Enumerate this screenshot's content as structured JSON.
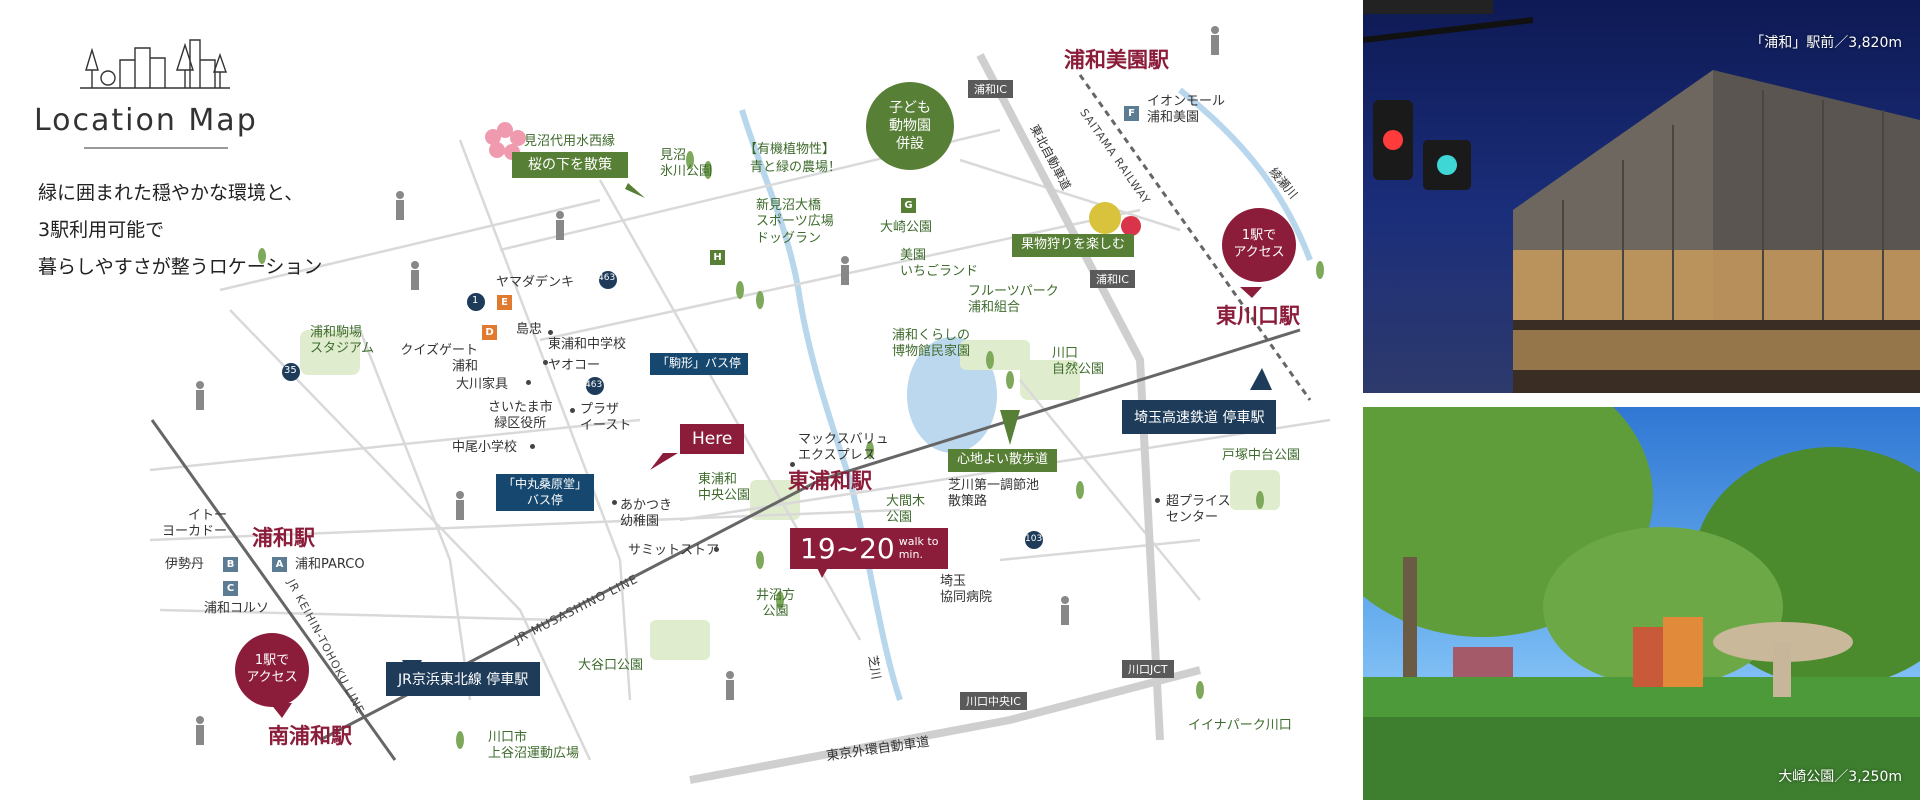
{
  "title": "Location Map",
  "tagline": [
    "緑に囲まれた穏やかな環境と、",
    "3駅利用可能で",
    "暮らしやすさが整うロケーション"
  ],
  "stations": {
    "higashi_urawa": "東浦和駅",
    "urawa": "浦和駅",
    "minami_urawa": "南浦和駅",
    "urawa_misono": "浦和美園駅",
    "higashi_kawaguchi": "東川口駅"
  },
  "here": "Here",
  "walk": {
    "minutes": "19~20",
    "unit_top": "walk to",
    "unit_bottom": "min."
  },
  "access_badge": {
    "line1": "1駅で",
    "line2": "アクセス"
  },
  "lines": {
    "musashino": "JR MUSASHINO LINE",
    "keihin": "JR KEIHIN-TOHOKU LINE",
    "saitama": "SAITAMA RAILWAY"
  },
  "stop_labels": {
    "keihin": "JR京浜東北線 停車駅",
    "saitama": "埼玉高速鉄道 停車駅"
  },
  "bus_stops": {
    "komagata": "「駒形」バス停",
    "nakamaru_1": "「中丸桑原堂」",
    "nakamaru_2": "バス停"
  },
  "callouts": {
    "sakura_1": "見沼代用水西縁",
    "sakura_2": "桜の下を散策",
    "zoo_1": "子ども",
    "zoo_2": "動物園",
    "zoo_3": "併設",
    "fruit": "果物狩りを楽しむ",
    "walk_path": "心地よい散歩道",
    "organic_1": "【有機植物性】",
    "organic_2": "青と緑の農場！"
  },
  "ic": {
    "urawa_1": "浦和IC",
    "urawa_2": "浦和IC",
    "kawaguchi_chuo": "川口中央IC",
    "kawaguchi_jct": "川口JCT"
  },
  "roads": {
    "tohoku": "東北自動車道",
    "gaikan": "東京外環自動車道"
  },
  "rivers": {
    "ayase": "綾瀬川",
    "shiba": "芝川"
  },
  "route_numbers": {
    "r1": "1",
    "r35": "35",
    "r463a": "463",
    "r463b": "463",
    "r103": "103"
  },
  "markers": {
    "A": {
      "letter": "A",
      "label": "浦和PARCO"
    },
    "B": {
      "letter": "B",
      "label": "伊勢丹"
    },
    "C": {
      "letter": "C",
      "label": "浦和コルソ"
    },
    "D": {
      "letter": "D",
      "label": "クイズゲート浦和"
    },
    "E": {
      "letter": "E",
      "label": "ヤマダデンキ"
    },
    "F": {
      "letter": "F",
      "label": "イオンモール浦和美園"
    },
    "G": {
      "letter": "G",
      "label": "大崎公園"
    },
    "H": {
      "letter": "H",
      "label": "新見沼大橋スポーツ広場ドッグラン"
    }
  },
  "places": {
    "kitoga": "イトー\nヨーカドー",
    "mishima": "見沼\n氷川公園",
    "shinmi": "新見沼大橋\nスポーツ広場\nドッグラン",
    "osaki": "大崎公園",
    "ichigo": "美園\nいちごランド",
    "fruit_park": "フルーツパーク\n浦和組合",
    "minka": "浦和くらしの\n博物館民家園",
    "kawaguchi_park": "川口\n自然公園",
    "tozuka": "戸塚中台公園",
    "super": "超プライス\nセンター",
    "stadium": "浦和駒場\nスタジアム",
    "shimada": "島忠",
    "school": "東浦和中学校",
    "yaoko": "ヤオコー",
    "okawa": "大川家具",
    "kucho": "さいたま市\n緑区役所",
    "plaza": "プラザ\nイースト",
    "nakao": "中尾小学校",
    "maxvalu": "マックスバリュ\nエクスプレス",
    "central_park": "東浦和\n中央公園",
    "ohmagi": "大間木\n公園",
    "akatsuki": "あかつき\n幼稚園",
    "summit": "サミットストア",
    "inumakata": "井沼方\n公園",
    "hospital": "埼玉\n協同病院",
    "sanpo": "芝川第一調節池\n散策路",
    "ohyaguchi": "大谷口公園",
    "kamiya": "川口市\n上谷沼運動広場",
    "iina": "イイナパーク川口"
  },
  "photos": [
    {
      "caption": "「浦和」駅前／3,820m"
    },
    {
      "caption": "大崎公園／3,250m"
    }
  ],
  "colors": {
    "crimson": "#8c1d3a",
    "navy": "#1e3c5a",
    "green": "#587f36",
    "orange": "#e07a2e",
    "road": "#cfcfcf"
  }
}
